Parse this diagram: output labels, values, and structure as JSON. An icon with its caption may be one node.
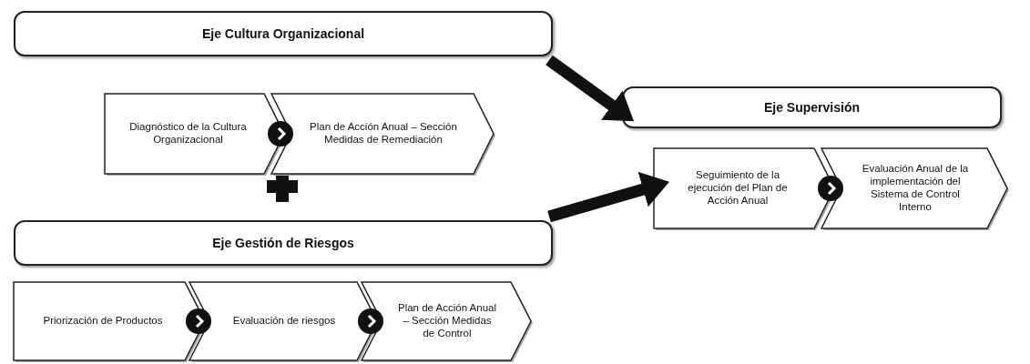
{
  "diagram": {
    "nodes": [
      {
        "text": [
          "Eje Cultura Organizacional"
        ]
      },
      {
        "text": [
          "Diagnóstico de la Cultura Organizacional"
        ]
      },
      {
        "text": [
          "Plan de Acción Anual – Sección Medidas de Remediación"
        ]
      },
      {
        "text": [
          "Eje Supervisión"
        ]
      },
      {
        "text": [
          "Seguimiento de la ejecución del Plan de Acción Anual"
        ]
      },
      {
        "text": [
          "Evaluación Anual de la implementación del Sistema de Control Interno"
        ]
      },
      {
        "text": [
          "Eje Gestión de Riesgos"
        ]
      },
      {
        "text": [
          "Priorización de Productos"
        ]
      },
      {
        "text": [
          "Evaluación de riesgos"
        ]
      },
      {
        "text": [
          "Plan de Acción Anual – Sección Medidas de Control"
        ]
      }
    ],
    "edges": [
      {
        "from": 1,
        "to": 2,
        "arrow": "to"
      },
      {
        "from": 0,
        "to": 3,
        "arrow": "to",
        "style": "thick"
      },
      {
        "from": 4,
        "to": 5,
        "arrow": "to"
      },
      {
        "from": 6,
        "to": 4,
        "arrow": "to",
        "style": "thick"
      },
      {
        "from": 7,
        "to": 8,
        "arrow": "to"
      },
      {
        "from": 8,
        "to": 9,
        "arrow": "to"
      }
    ]
  }
}
